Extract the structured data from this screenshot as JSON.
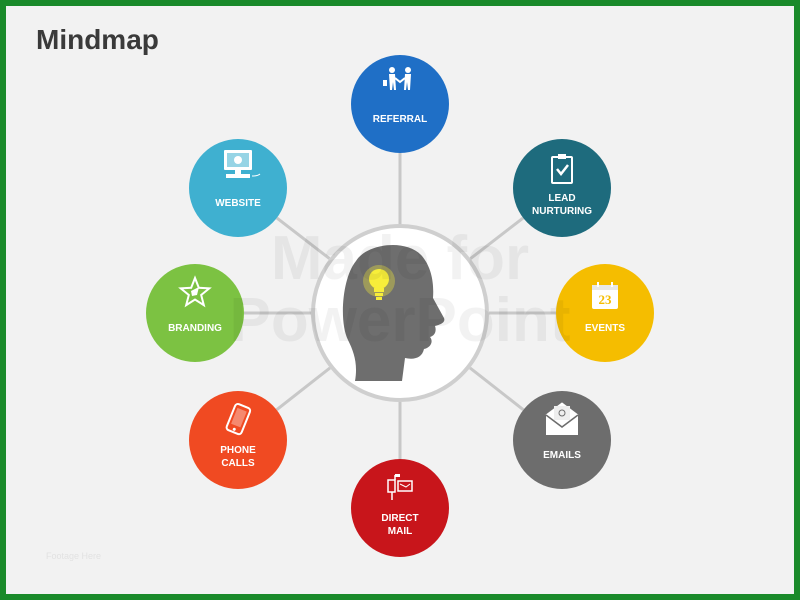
{
  "title": "Mindmap",
  "watermark": {
    "line1": "Made for",
    "line2": "PowerPoint"
  },
  "footer_text": "Footage Here",
  "center": {
    "icon": "head-with-lightbulb-icon"
  },
  "nodes": [
    {
      "id": "referral",
      "lines": [
        "REFERRAL"
      ],
      "color": "#1f6fc6",
      "icon": "handshake-icon"
    },
    {
      "id": "lead-nurturing",
      "lines": [
        "LEAD",
        "NURTURING"
      ],
      "color": "#1e6b7d",
      "icon": "clipboard-check-icon"
    },
    {
      "id": "events",
      "lines": [
        "EVENTS"
      ],
      "color": "#f5bd00",
      "icon": "calendar-icon",
      "icon_text": "23"
    },
    {
      "id": "emails",
      "lines": [
        "EMAILS"
      ],
      "color": "#6d6d6d",
      "icon": "envelope-icon"
    },
    {
      "id": "direct-mail",
      "lines": [
        "DIRECT",
        "MAIL"
      ],
      "color": "#c8151b",
      "icon": "mailbox-icon"
    },
    {
      "id": "phone-calls",
      "lines": [
        "PHONE",
        "CALLS"
      ],
      "color": "#f04a22",
      "icon": "mobile-phone-icon"
    },
    {
      "id": "branding",
      "lines": [
        "BRANDING"
      ],
      "color": "#7cc242",
      "icon": "star-icon"
    },
    {
      "id": "website",
      "lines": [
        "WEBSITE"
      ],
      "color": "#3fb0d0",
      "icon": "computer-icon"
    }
  ],
  "colors": {
    "border": "#1a8a2a",
    "background": "#f2f2f2",
    "connector": "#c8c8c8",
    "head": "#6e6e6e",
    "bulb": "#f7ee3a"
  }
}
